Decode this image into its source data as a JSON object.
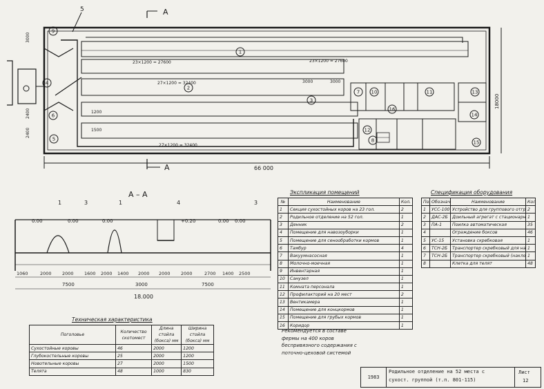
{
  "plan": {
    "section_mark": "А",
    "pointer_label": "5",
    "total_length": "66 000",
    "total_width": "18000",
    "dim_left_top": "3000",
    "dim_left_mid": "2400",
    "dim_left_low": "2400",
    "dim_row1_left": "23×1200 = 27600",
    "dim_row1_right": "23×1200 = 27600",
    "dim_row2": "27×1200 = 32400",
    "dim_row3": "27×1200 = 32400",
    "dim_small_1": "1200",
    "dim_small_2": "1500",
    "dim_small_3": "3000",
    "dim_small_4": "3000",
    "room_tags": [
      "1",
      "2",
      "3",
      "4",
      "5",
      "6",
      "7",
      "8",
      "9",
      "10",
      "11",
      "12",
      "13",
      "14",
      "15",
      "16"
    ]
  },
  "section": {
    "title": "А – А",
    "labels": [
      "0.00",
      "0.00",
      "0.00",
      "+0.20",
      "0.00",
      "0.00"
    ],
    "callouts": [
      "1",
      "3",
      "1",
      "4",
      "3"
    ],
    "dims_row1": [
      "1060",
      "2000",
      "2000",
      "1600",
      "2000",
      "1400",
      "2000",
      "2000",
      "2000",
      "2700",
      "1400",
      "2500"
    ],
    "dims_row2": [
      "7500",
      "3000",
      "7500"
    ],
    "dim_total": "18.000"
  },
  "tech": {
    "title": "Техническая характеристика",
    "headers": [
      "Поголовье",
      "Количество скотомест",
      "Длина стойла (бокса) мм",
      "Ширина стойла (бокса) мм"
    ],
    "rows": [
      [
        "Сухостойные коровы",
        "46",
        "2000",
        "1200"
      ],
      [
        "Глубокостельные коровы",
        "25",
        "2000",
        "1200"
      ],
      [
        "Новотельные коровы",
        "27",
        "2000",
        "1500"
      ],
      [
        "Телята",
        "48",
        "1000",
        "830"
      ]
    ]
  },
  "rooms": {
    "title": "Экспликация помещений",
    "headers": [
      "№",
      "Наименование",
      "Кол."
    ],
    "rows": [
      [
        "1",
        "Секция сухостойных коров на 23 гол.",
        "2"
      ],
      [
        "2",
        "Родильное отделение на 52 гол.",
        "1"
      ],
      [
        "3",
        "Денник",
        "2"
      ],
      [
        "4",
        "Помещение для навозоуборки",
        "1"
      ],
      [
        "5",
        "Помещение для сенообработки кормов",
        "1"
      ],
      [
        "6",
        "Тамбур",
        "4"
      ],
      [
        "7",
        "Вакуумнасосная",
        "1"
      ],
      [
        "8",
        "Молочно-моечная",
        "1"
      ],
      [
        "9",
        "Инвентарная",
        "1"
      ],
      [
        "10",
        "Санузел",
        "1"
      ],
      [
        "11",
        "Комната персонала",
        "1"
      ],
      [
        "12",
        "Профилакторий на 20 мест",
        "2"
      ],
      [
        "13",
        "Вентикамера",
        "1"
      ],
      [
        "14",
        "Помещение для концкормов",
        "1"
      ],
      [
        "15",
        "Помещение для грубых кормов",
        "1"
      ],
      [
        "16",
        "Коридор",
        "1"
      ]
    ],
    "note": "Рекомендуется в составе фермы на 400 коров беспривязного содержания с поточно-цеховой системой"
  },
  "equipment": {
    "title": "Спецификация оборудования",
    "headers": [
      "Поз.",
      "Обознач.",
      "Наименование",
      "Кол."
    ],
    "rows": [
      [
        "1",
        "УСС-100",
        "Устройство для группового отгрызывания скота",
        "2"
      ],
      [
        "2",
        "ДАС-2Б",
        "Доильный агрегат с стационарный",
        "1"
      ],
      [
        "3",
        "ПА-1",
        "Поилка автоматическая",
        "35"
      ],
      [
        "4",
        "",
        "Ограждение боксов",
        "46"
      ],
      [
        "5",
        "УС-15",
        "Установка скребковая",
        "1"
      ],
      [
        "6",
        "ТСН-2Б",
        "Транспортер скребковый для навозоуборки",
        "1"
      ],
      [
        "7",
        "ТСН-2Б",
        "Транспортер скребковый (наклонная часть)",
        "1"
      ],
      [
        "8",
        "",
        "Клетка для телят",
        "48"
      ]
    ]
  },
  "stamp": {
    "year": "1983",
    "title_line1": "Родильное отделение на 52 места с",
    "title_line2": "сухост. группой (т.п. 801-115)",
    "sheet_label": "Лист",
    "sheet_no": "12"
  }
}
